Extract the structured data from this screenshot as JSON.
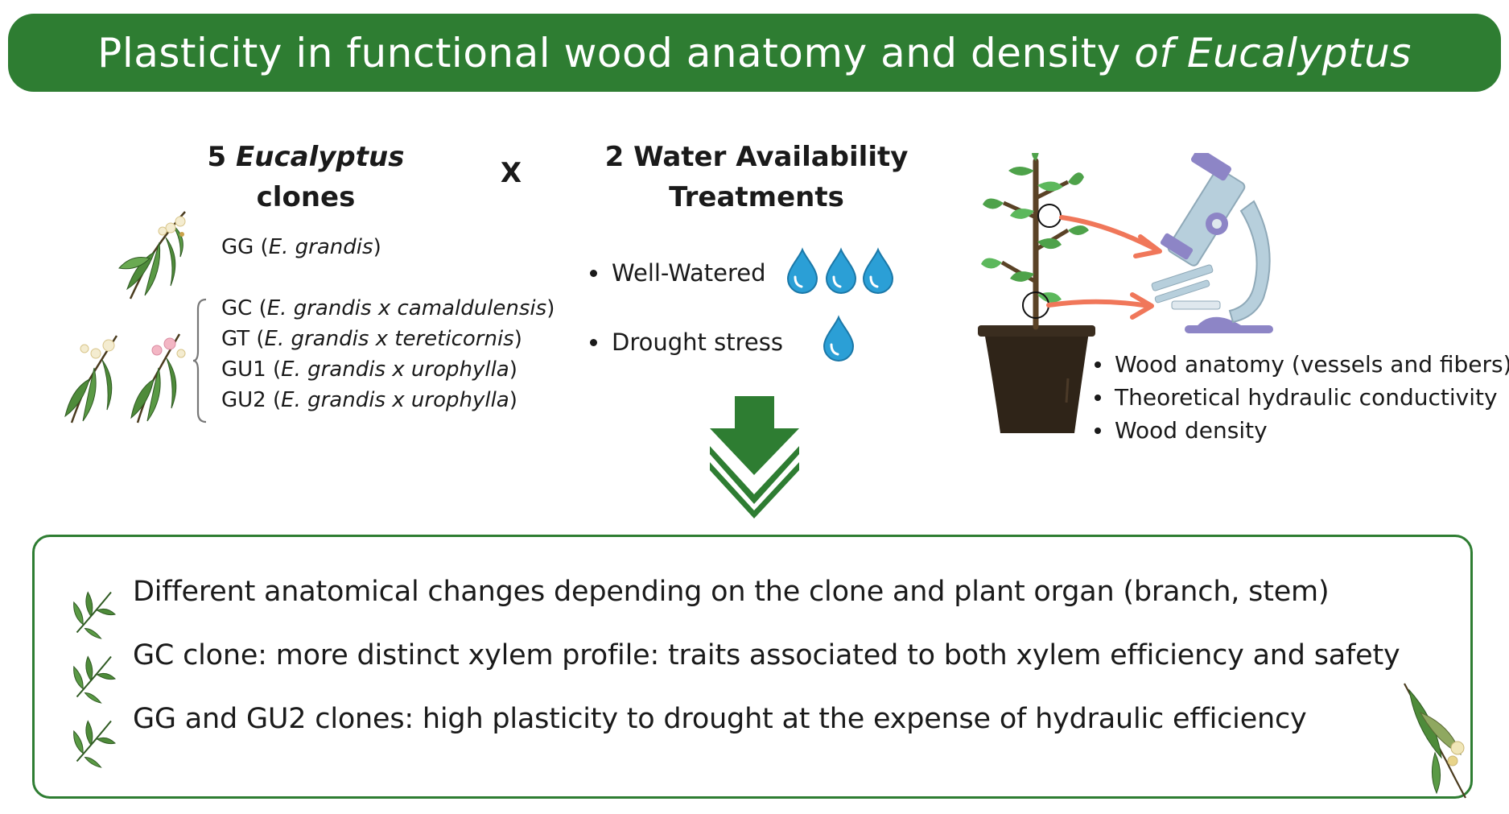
{
  "title": {
    "main": "Plasticity in functional wood anatomy and density ",
    "italic": "of Eucalyptus"
  },
  "clones": {
    "heading_prefix": "5 ",
    "heading_italic": "Eucalyptus",
    "heading_suffix": "clones",
    "items": [
      {
        "code": "GG",
        "open": " (",
        "species": "E. grandis",
        "close": ")"
      },
      {
        "code": "GC",
        "open": " (",
        "species": "E. grandis x camaldulensis",
        "close": ")"
      },
      {
        "code": "GT",
        "open": " (",
        "species": "E. grandis x tereticornis",
        "close": ")"
      },
      {
        "code": "GU1",
        "open": " (",
        "species": "E. grandis x urophylla",
        "close": ")"
      },
      {
        "code": "GU2",
        "open": " (",
        "species": "E. grandis x urophylla",
        "close": ")"
      }
    ]
  },
  "cross_symbol": "X",
  "treatments": {
    "heading_line1": "2 Water Availability",
    "heading_line2": "Treatments",
    "items": [
      {
        "label": "Well-Watered",
        "drops": 3
      },
      {
        "label": "Drought stress",
        "drops": 1
      }
    ]
  },
  "measurements": [
    "Wood anatomy (vessels and fibers)",
    "Theoretical hydraulic conductivity",
    "Wood density"
  ],
  "findings": [
    "Different anatomical changes depending on the clone and plant organ (branch, stem)",
    "GC clone: more distinct xylem profile: traits associated to both xylem efficiency and safety",
    "GG and GU2 clones: high plasticity to drought at the expense of hydraulic efficiency"
  ],
  "colors": {
    "primary_green": "#2e7d32",
    "water_blue": "#2b9fd6",
    "arrow_orange": "#f0775a",
    "microscope": "#b7cfdc",
    "microscope_accent": "#8d85c6",
    "pot": "#2f2418",
    "leaf": "#4e8b3a"
  },
  "icons": [
    "eucalyptus-branch-icon",
    "water-drop-icon",
    "down-arrow-icon",
    "potted-plant-icon",
    "microscope-icon",
    "leaf-icon"
  ]
}
